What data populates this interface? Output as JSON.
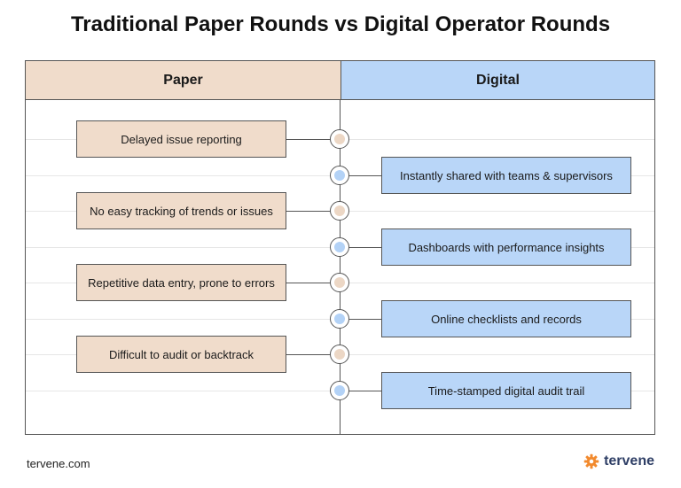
{
  "title": "Traditional Paper Rounds vs Digital Operator Rounds",
  "columns": {
    "paper": "Paper",
    "digital": "Digital"
  },
  "paper_items": [
    "Delayed issue reporting",
    "No easy tracking of trends or issues",
    "Repetitive data entry, prone to errors",
    "Difficult to audit or backtrack"
  ],
  "digital_items": [
    "Instantly shared with teams & supervisors",
    "Dashboards with performance insights",
    "Online checklists and records",
    "Time-stamped digital audit trail"
  ],
  "footer": {
    "website": "tervene.com",
    "brand": "tervene"
  },
  "colors": {
    "paper": "#f0dccb",
    "digital": "#b9d6f8",
    "brand": "#f28a2e"
  },
  "icons": {
    "brand_logo": "gear-icon"
  }
}
